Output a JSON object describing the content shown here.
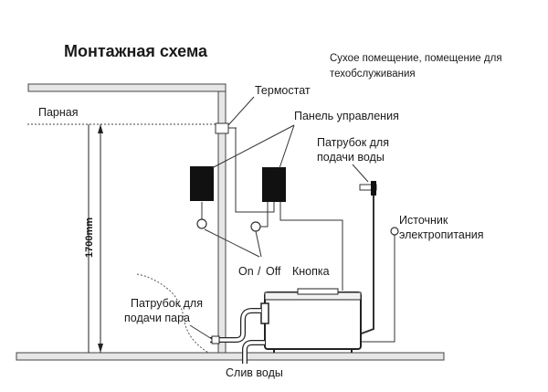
{
  "title": "Монтажная схема",
  "dry_room": {
    "line1": "Сухое помещение, помещение для",
    "line2": "техобслуживания"
  },
  "labels": {
    "sauna": "Парная",
    "thermostat": "Термостат",
    "control_panel": "Панель управления",
    "water_inlet_line1": "Патрубок для",
    "water_inlet_line2": "подачи воды",
    "power_line1": "Источник",
    "power_line2": "электропитания",
    "button_on": "On",
    "button_sep": "/",
    "button_off": "Off",
    "button_word": "Кнопка",
    "steam_outlet_line1": "Патрубок для",
    "steam_outlet_line2": "подачи пара",
    "drain": "Слив воды",
    "height": "1700mm"
  }
}
